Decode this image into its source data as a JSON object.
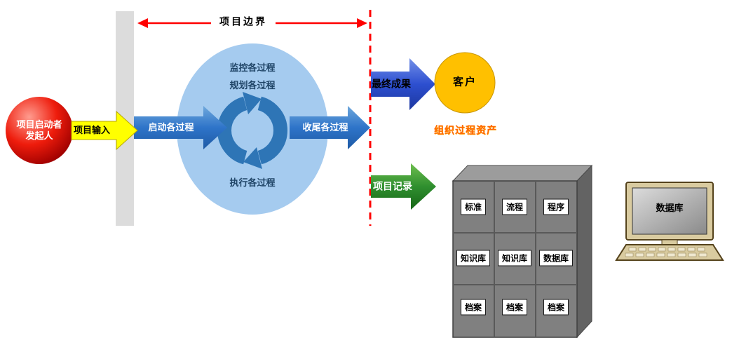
{
  "labels": {
    "initiator_line1": "项目启动者",
    "initiator_line2": "发起人",
    "project_input": "项目输入",
    "project_boundary": "项目边界",
    "initiating_processes": "启动各过程",
    "monitoring_processes": "监控各过程",
    "planning_processes": "规划各过程",
    "executing_processes": "执行各过程",
    "closing_processes": "收尾各过程",
    "final_deliverables": "最终成果",
    "customer": "客户",
    "organizational_process_assets": "组织过程资产",
    "project_records": "项目记录",
    "database_monitor": "数据库"
  },
  "cabinet_drawers": [
    "标准",
    "流程",
    "程序",
    "知识库",
    "知识库",
    "数据库",
    "档案",
    "档案",
    "档案"
  ],
  "colors": {
    "boundary_red": "#FF0000",
    "process_circle_blue": "#A5CBEF",
    "cycle_blue": "#2E75B6",
    "input_yellow": "#FFFF00",
    "customer_gold": "#FFC000",
    "cabinet_gray": "#808080",
    "opa_orange": "#FF6600",
    "input_bar_gray": "#DCDCDC"
  }
}
